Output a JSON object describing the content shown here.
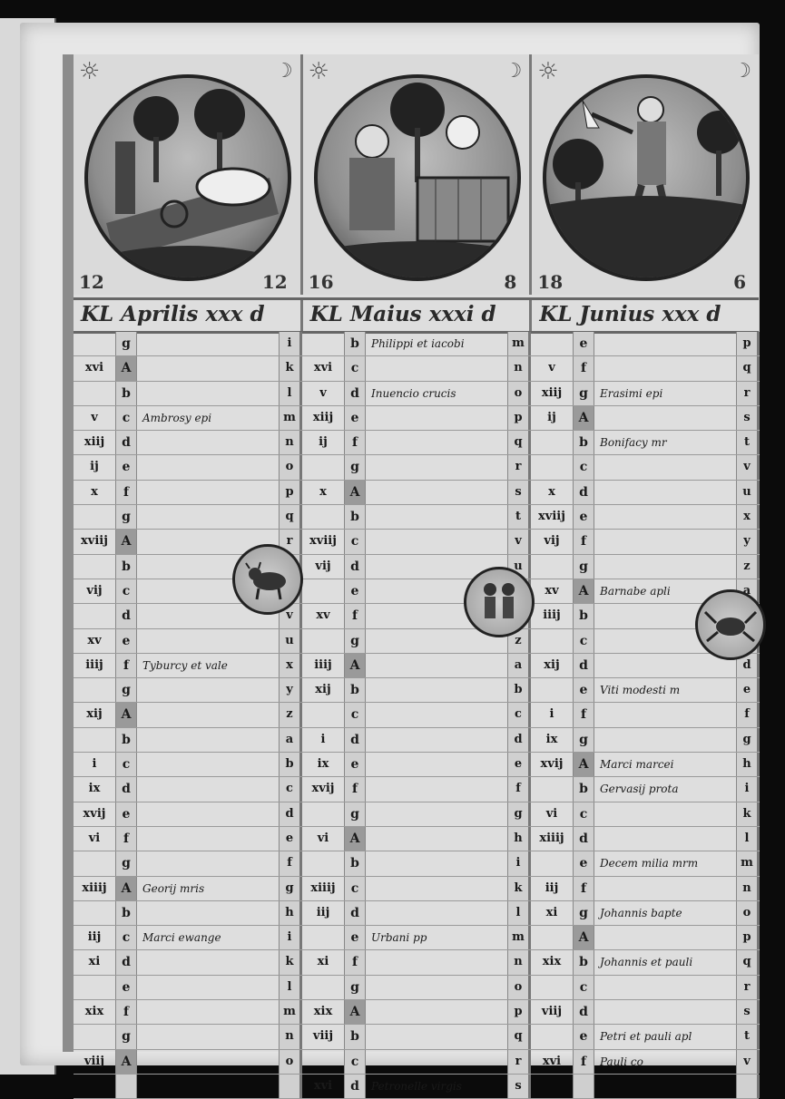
{
  "header_numbers": [
    {
      "left": "12",
      "right": "12"
    },
    {
      "left": "16",
      "right": "8"
    },
    {
      "left": "18",
      "right": "6"
    }
  ],
  "months": [
    {
      "heading": "KL Aprilis xxx d",
      "icon": "taurus-bull-icon"
    },
    {
      "heading": "KL Maius xxxi d",
      "icon": "gemini-twins-icon"
    },
    {
      "heading": "KL Junius xxx d",
      "icon": "cancer-crab-icon"
    }
  ],
  "rows": [
    [
      [
        "",
        "g",
        "",
        "i"
      ],
      [
        "",
        "b",
        "Philippi et iacobi",
        "m"
      ],
      [
        "",
        "e",
        "",
        "p"
      ]
    ],
    [
      [
        "xvi",
        "A",
        "",
        "k"
      ],
      [
        "xvi",
        "c",
        "",
        "n"
      ],
      [
        "v",
        "f",
        "",
        "q"
      ]
    ],
    [
      [
        "",
        "b",
        "",
        "l"
      ],
      [
        "v",
        "d",
        "Inuencio crucis",
        "o"
      ],
      [
        "xiij",
        "g",
        "Erasimi epi",
        "r"
      ]
    ],
    [
      [
        "v",
        "c",
        "Ambrosy epi",
        "m"
      ],
      [
        "xiij",
        "e",
        "",
        "p"
      ],
      [
        "ij",
        "A",
        "",
        "s"
      ]
    ],
    [
      [
        "xiij",
        "d",
        "",
        "n"
      ],
      [
        "ij",
        "f",
        "",
        "q"
      ],
      [
        "",
        "b",
        "Bonifacy mr",
        "t"
      ]
    ],
    [
      [
        "ij",
        "e",
        "",
        "o"
      ],
      [
        "",
        "g",
        "",
        "r"
      ],
      [
        "",
        "c",
        "",
        "v"
      ]
    ],
    [
      [
        "x",
        "f",
        "",
        "p"
      ],
      [
        "x",
        "A",
        "",
        "s"
      ],
      [
        "x",
        "d",
        "",
        "u"
      ]
    ],
    [
      [
        "",
        "g",
        "",
        "q"
      ],
      [
        "",
        "b",
        "",
        "t"
      ],
      [
        "xviij",
        "e",
        "",
        "x"
      ]
    ],
    [
      [
        "xviij",
        "A",
        "",
        "r"
      ],
      [
        "xviij",
        "c",
        "",
        "v"
      ],
      [
        "vij",
        "f",
        "",
        "y"
      ]
    ],
    [
      [
        "",
        "b",
        "",
        "s"
      ],
      [
        "vij",
        "d",
        "",
        "u"
      ],
      [
        "",
        "g",
        "",
        "z"
      ]
    ],
    [
      [
        "vij",
        "c",
        "",
        "t"
      ],
      [
        "",
        "e",
        "",
        "x"
      ],
      [
        "xv",
        "A",
        "Barnabe apli",
        "a"
      ]
    ],
    [
      [
        "",
        "d",
        "",
        "v"
      ],
      [
        "xv",
        "f",
        "",
        "y"
      ],
      [
        "iiij",
        "b",
        "",
        "b"
      ]
    ],
    [
      [
        "xv",
        "e",
        "",
        "u"
      ],
      [
        "",
        "g",
        "",
        "z"
      ],
      [
        "",
        "c",
        "",
        "c"
      ]
    ],
    [
      [
        "iiij",
        "f",
        "Tyburcy et vale",
        "x"
      ],
      [
        "iiij",
        "A",
        "",
        "a"
      ],
      [
        "xij",
        "d",
        "",
        "d"
      ]
    ],
    [
      [
        "",
        "g",
        "",
        "y"
      ],
      [
        "xij",
        "b",
        "",
        "b"
      ],
      [
        "",
        "e",
        "Viti modesti m",
        "e"
      ]
    ],
    [
      [
        "xij",
        "A",
        "",
        "z"
      ],
      [
        "",
        "c",
        "",
        "c"
      ],
      [
        "i",
        "f",
        "",
        "f"
      ]
    ],
    [
      [
        "",
        "b",
        "",
        "a"
      ],
      [
        "i",
        "d",
        "",
        "d"
      ],
      [
        "ix",
        "g",
        "",
        "g"
      ]
    ],
    [
      [
        "i",
        "c",
        "",
        "b"
      ],
      [
        "ix",
        "e",
        "",
        "e"
      ],
      [
        "xvij",
        "A",
        "Marci marcei",
        "h"
      ]
    ],
    [
      [
        "ix",
        "d",
        "",
        "c"
      ],
      [
        "xvij",
        "f",
        "",
        "f"
      ],
      [
        "",
        "b",
        "Gervasij prota",
        "i"
      ]
    ],
    [
      [
        "xvij",
        "e",
        "",
        "d"
      ],
      [
        "",
        "g",
        "",
        "g"
      ],
      [
        "vi",
        "c",
        "",
        "k"
      ]
    ],
    [
      [
        "vi",
        "f",
        "",
        "e"
      ],
      [
        "vi",
        "A",
        "",
        "h"
      ],
      [
        "xiiij",
        "d",
        "",
        "l"
      ]
    ],
    [
      [
        "",
        "g",
        "",
        "f"
      ],
      [
        "",
        "b",
        "",
        "i"
      ],
      [
        "",
        "e",
        "Decem milia mrm",
        "m"
      ]
    ],
    [
      [
        "xiiij",
        "A",
        "Georij mris",
        "g"
      ],
      [
        "xiiij",
        "c",
        "",
        "k"
      ],
      [
        "iij",
        "f",
        "",
        "n"
      ]
    ],
    [
      [
        "",
        "b",
        "",
        "h"
      ],
      [
        "iij",
        "d",
        "",
        "l"
      ],
      [
        "xi",
        "g",
        "Johannis bapte",
        "o"
      ]
    ],
    [
      [
        "iij",
        "c",
        "Marci ewange",
        "i"
      ],
      [
        "",
        "e",
        "Urbani pp",
        "m"
      ],
      [
        "",
        "A",
        "",
        "p"
      ]
    ],
    [
      [
        "xi",
        "d",
        "",
        "k"
      ],
      [
        "xi",
        "f",
        "",
        "n"
      ],
      [
        "xix",
        "b",
        "Johannis et pauli",
        "q"
      ]
    ],
    [
      [
        "",
        "e",
        "",
        "l"
      ],
      [
        "",
        "g",
        "",
        "o"
      ],
      [
        "",
        "c",
        "",
        "r"
      ]
    ],
    [
      [
        "xix",
        "f",
        "",
        "m"
      ],
      [
        "xix",
        "A",
        "",
        "p"
      ],
      [
        "viij",
        "d",
        "",
        "s"
      ]
    ],
    [
      [
        "",
        "g",
        "",
        "n"
      ],
      [
        "viij",
        "b",
        "",
        "q"
      ],
      [
        "",
        "e",
        "Petri et pauli apl",
        "t"
      ]
    ],
    [
      [
        "viij",
        "A",
        "",
        "o"
      ],
      [
        "",
        "c",
        "",
        "r"
      ],
      [
        "xvi",
        "f",
        "Pauli co",
        "v"
      ]
    ],
    [
      null,
      [
        "xvi",
        "d",
        "Petronelle virgis",
        "s"
      ],
      null
    ]
  ]
}
